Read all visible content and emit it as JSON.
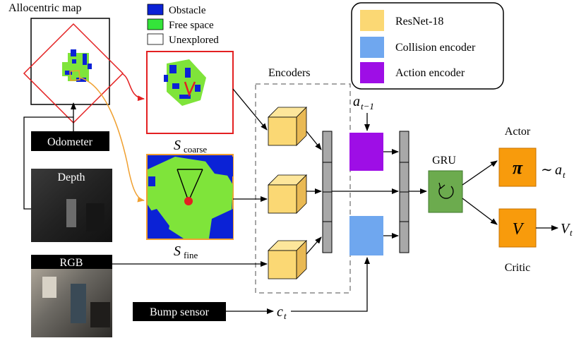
{
  "colors": {
    "obstacle": "#0b22d6",
    "free_space": "#7fe43a",
    "resnet": "#fbd874",
    "collision": "#6fa7ef",
    "action": "#9e0ee6",
    "gru": "#6cab4e",
    "actor_critic": "#f89b0c",
    "map_frame_red": "#e32021",
    "fine_frame_orange": "#f0a030",
    "label_black": "#000000"
  },
  "map": {
    "title": "Allocentric map"
  },
  "legend_map": {
    "obstacle": "Obstacle",
    "free": "Free space",
    "unexplored": "Unexplored"
  },
  "legend_modules": {
    "resnet": "ResNet-18",
    "collision": "Collision encoder",
    "action": "Action encoder"
  },
  "inputs": {
    "odometer": "Odometer",
    "depth": "Depth",
    "rgb": "RGB",
    "bump": "Bump sensor"
  },
  "labels": {
    "s": "S",
    "coarse_sub": "coarse",
    "fine_sub": "fine",
    "encoders": "Encoders",
    "a": "a",
    "a_sub": "t−1",
    "c": "c",
    "c_sub": "t",
    "gru": "GRU",
    "actor": "Actor",
    "critic": "Critic",
    "pi": "π",
    "v": "V",
    "sim": "∼",
    "a_t": "a",
    "a_t_sub": "t",
    "v_t": "V",
    "v_t_sub": "t"
  }
}
